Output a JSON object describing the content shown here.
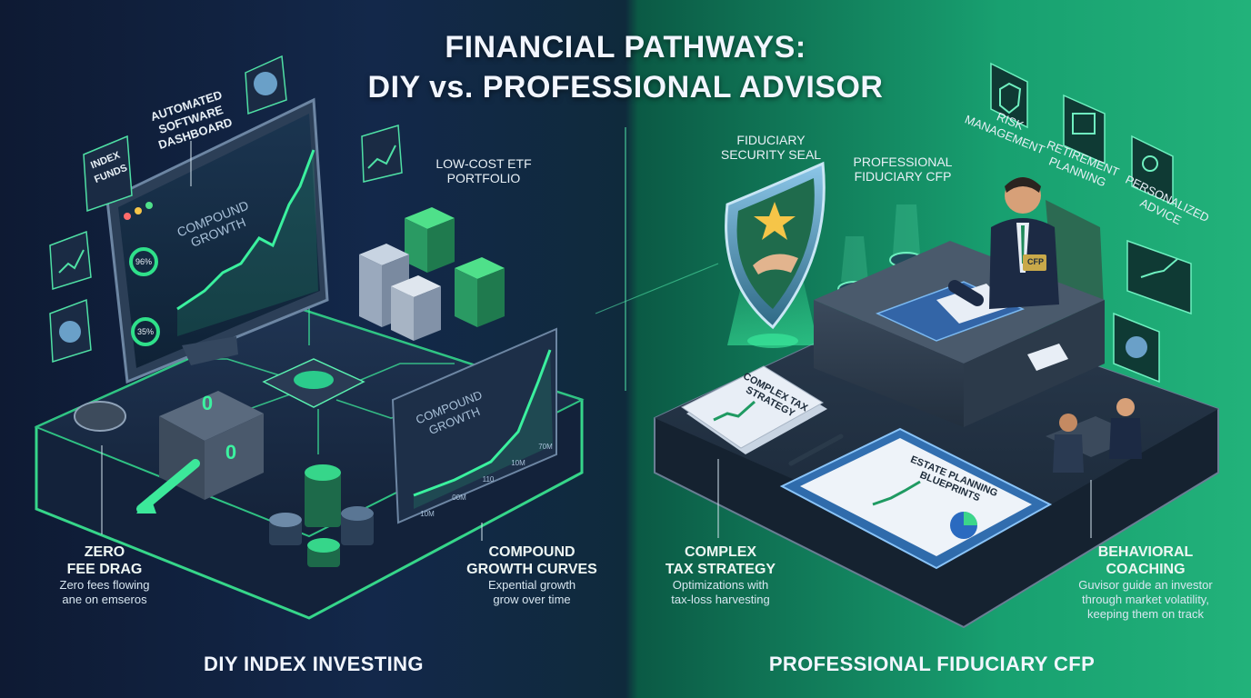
{
  "title": {
    "line1": "FINANCIAL PATHWAYS:",
    "line2": "DIY vs. PROFESSIONAL ADVISOR"
  },
  "left": {
    "footer": "DIY INDEX INVESTING",
    "labels": {
      "index_funds": "INDEX FUNDS",
      "dashboard": "AUTOMATED SOFTWARE DASHBOARD",
      "etf": "LOW-COST ETF PORTFOLIO",
      "screen_chart": "COMPOUND GROWTH",
      "board_chart": "COMPOUND GROWTH",
      "safe_digit": "0"
    },
    "captions": [
      {
        "heading1": "ZERO",
        "heading2": "FEE DRAG",
        "body1": "Zero fees flowing",
        "body2": "ane on emseros"
      },
      {
        "heading1": "COMPOUND",
        "heading2": "GROWTH CURVES",
        "body1": "Expential growth",
        "body2": "grow over time"
      }
    ],
    "gauges": [
      "96%",
      "35%"
    ],
    "chart_ticks": [
      "10M",
      "00M",
      "110",
      "10M",
      "70M"
    ]
  },
  "right": {
    "footer": "PROFESSIONAL FIDUCIARY CFP",
    "labels": {
      "seal": "FIDUCIARY SECURITY SEAL",
      "cfp": "PROFESSIONAL FIDUCIARY CFP",
      "risk": "RISK MANAGEMENT",
      "retirement": "RETIREMENT PLANNING",
      "advice": "PERSONALIZED ADVICE",
      "tax_doc": "COMPLEX TAX STRATEGY",
      "blueprint": "ESTATE PLANNING BLUEPRINTS",
      "badge": "CFP"
    },
    "captions": [
      {
        "heading1": "COMPLEX",
        "heading2": "TAX STRATEGY",
        "body1": "Optimizations with",
        "body2": "tax-loss harvesting"
      },
      {
        "heading1": "BEHAVIORAL",
        "heading2": "COACHING",
        "body1": "Guvisor guide an investor",
        "body2": "through market volatility,",
        "body3": "keeping them on track"
      }
    ]
  },
  "colors": {
    "accent_green": "#39e08a",
    "navy": "#0e1a33",
    "teal": "#18a070"
  }
}
